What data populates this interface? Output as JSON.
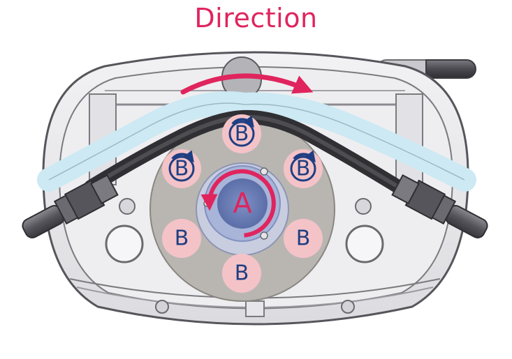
{
  "title": "Direction",
  "rotor": {
    "center_label": "A",
    "roller_label": "B",
    "roller_count": 6
  },
  "colors": {
    "accent": "#e0245e",
    "label_blue": "#1f3f82",
    "roller_fill": "#f4c3c8",
    "tube_liquid": "#cde9f3",
    "housing": "#e9e9ec"
  }
}
